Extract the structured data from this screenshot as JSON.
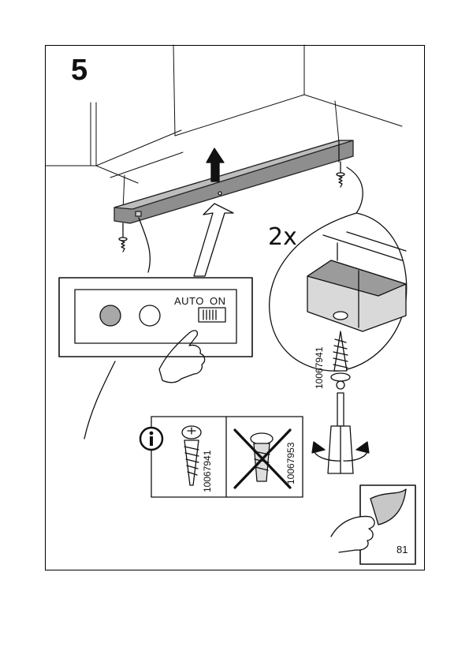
{
  "step": {
    "number": "5"
  },
  "callout": {
    "quantity": "2x"
  },
  "switch": {
    "auto_label": "AUTO",
    "on_label": "ON"
  },
  "screw_codes": {
    "main": "10067941",
    "correct": "10067941",
    "wrong": "10067953"
  },
  "page_ref": {
    "number": "81"
  },
  "icons": [
    "up-arrow-icon",
    "info-icon",
    "hand-icon",
    "screwdriver-icon",
    "rotate-icon",
    "page-turn-icon",
    "cross-icon"
  ]
}
